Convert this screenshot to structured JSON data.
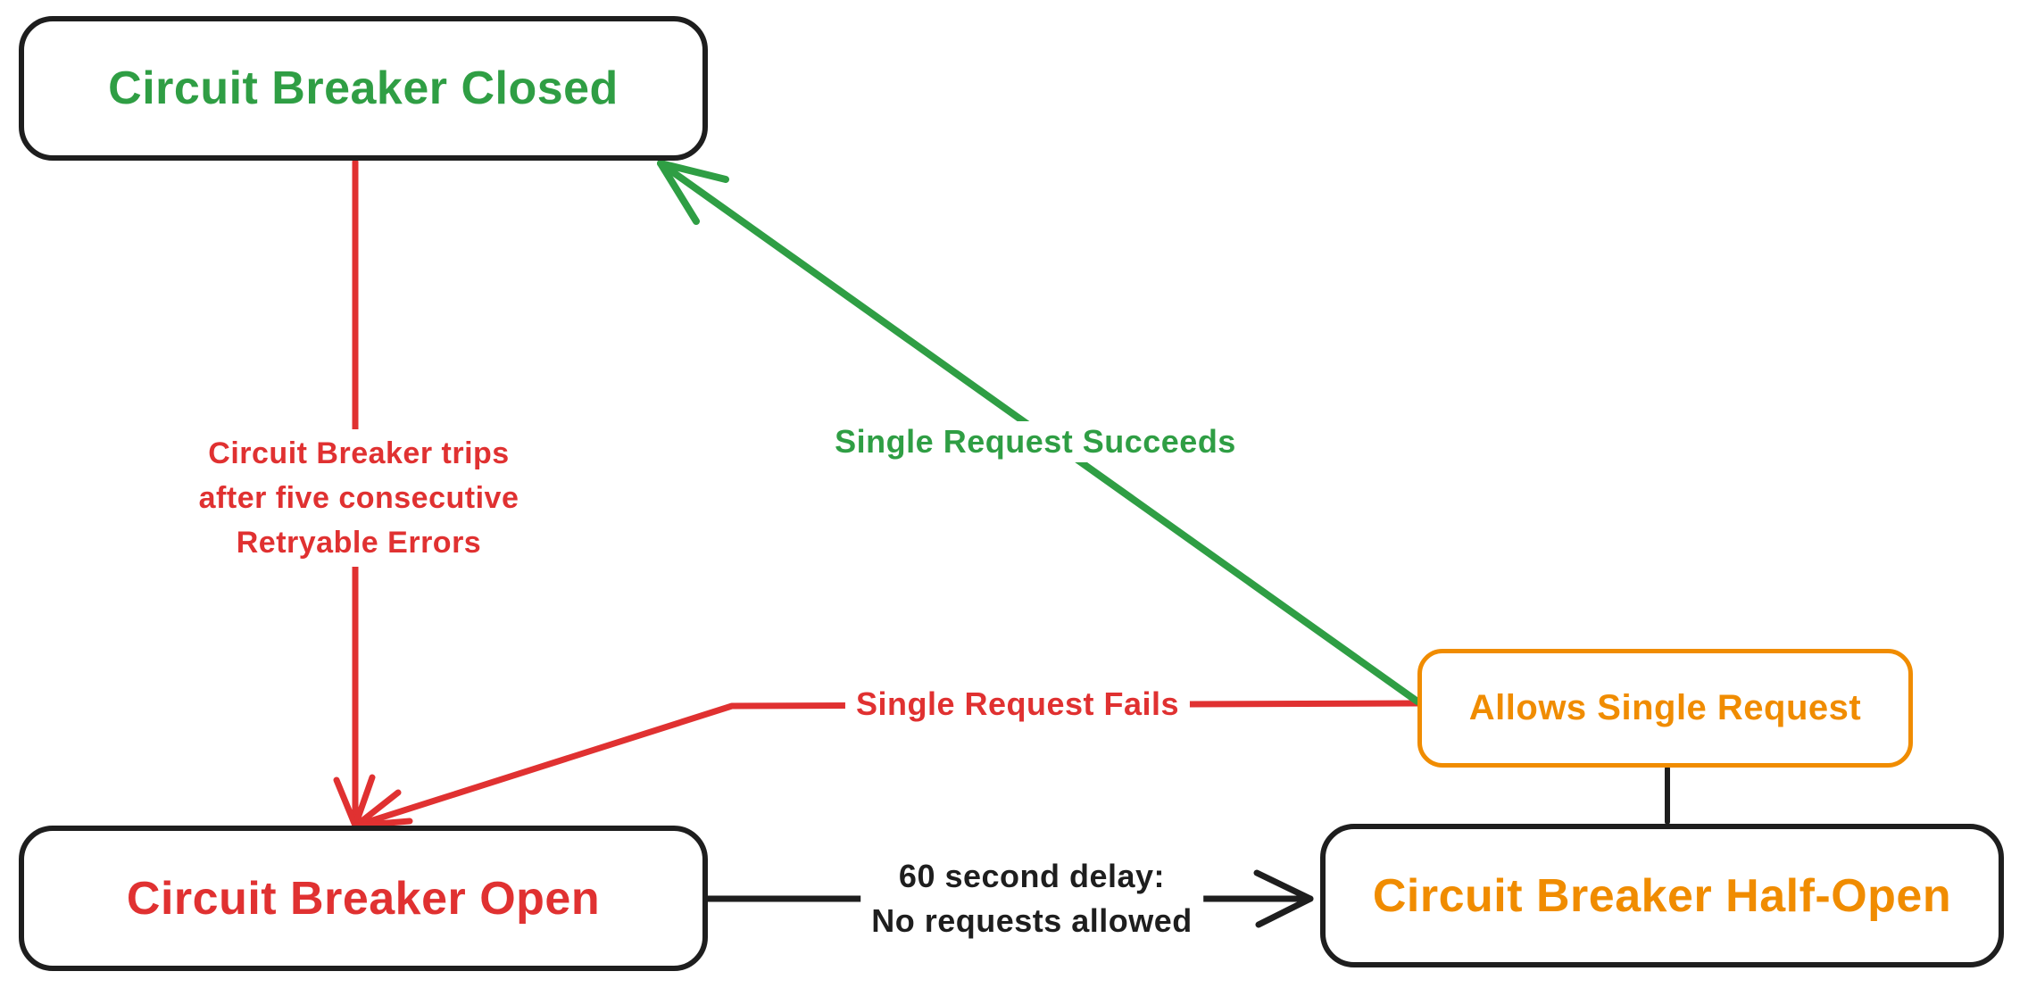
{
  "nodes": {
    "closed": {
      "label": "Circuit Breaker Closed",
      "text_color": "#2f9e44",
      "border_color": "#1e1e1e"
    },
    "open": {
      "label": "Circuit Breaker Open",
      "text_color": "#e03131",
      "border_color": "#1e1e1e"
    },
    "half_open": {
      "label": "Circuit Breaker Half-Open",
      "text_color": "#f08c00",
      "border_color": "#1e1e1e"
    },
    "allows_single_request": {
      "label": "Allows Single Request",
      "text_color": "#f08c00",
      "border_color": "#f08c00"
    }
  },
  "edges": {
    "trips": {
      "from": "closed",
      "to": "open",
      "color": "#e03131",
      "lines": [
        "Circuit Breaker trips",
        "after five consecutive",
        "Retryable Errors"
      ]
    },
    "succeeds": {
      "from": "allows_single_request",
      "to": "closed",
      "color": "#2f9e44",
      "label": "Single Request Succeeds"
    },
    "fails": {
      "from": "allows_single_request",
      "to": "open",
      "color": "#e03131",
      "label": "Single Request Fails"
    },
    "delay": {
      "from": "open",
      "to": "half_open",
      "color": "#1e1e1e",
      "lines": [
        "60 second delay:",
        "No requests allowed"
      ]
    },
    "half_open_link": {
      "from": "half_open",
      "to": "allows_single_request",
      "color": "#1e1e1e",
      "label": ""
    }
  },
  "palette": {
    "background": "#ffffff",
    "black_stroke": "#1e1e1e",
    "red": "#e03131",
    "green": "#2f9e44",
    "orange": "#f08c00"
  }
}
